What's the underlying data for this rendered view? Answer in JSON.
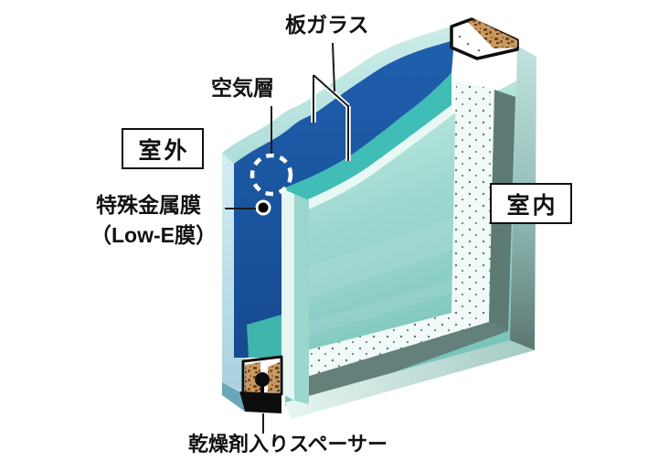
{
  "diagram": {
    "type": "insulated-low-e-double-glazing-cross-section",
    "labels": {
      "plate_glass": "板ガラス",
      "air_layer": "空気層",
      "outdoor": "室外",
      "indoor": "室内",
      "special_metal_film": "特殊金属膜",
      "low_e_film": "（Low-E膜）",
      "desiccant_spacer": "乾燥剤入りスペーサー"
    },
    "colors": {
      "low_e_blue": "#1d5aa6",
      "low_e_blue_dark": "#164a90",
      "air_gap_turquoise": "#3fbdb6",
      "glass_face_light": "#c9ece6",
      "glass_face_dark": "#7cc5bc",
      "outer_top_face": "#c0e6e3",
      "outer_left_edge": "#cfe9f1",
      "edge_highlight": "#e8f8f4",
      "frame_dark": "#5e7a75",
      "desiccant_strip_bg": "#f1faf8",
      "cut_edge_light": "#dff2ee",
      "cut_edge_dark": "#5c7672",
      "desiccant_brown": "#c1905c",
      "desiccant_brown_dark": "#7a4418",
      "sealant_black": "#0d0d0d",
      "line_black": "#1a1a1a"
    }
  }
}
